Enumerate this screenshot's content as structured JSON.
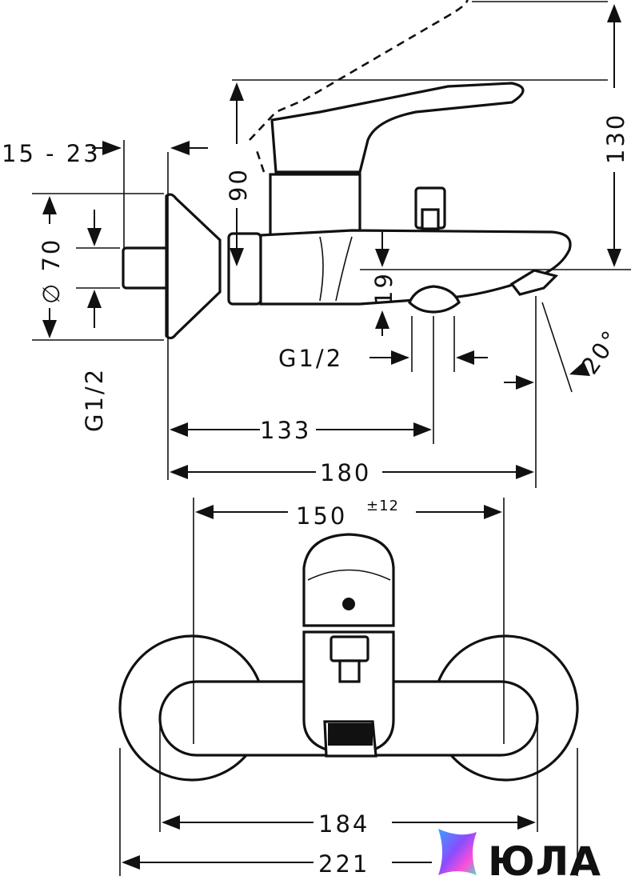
{
  "dimensions": {
    "flange_depth": "15 - 23",
    "rosette_diameter": "∅ 70",
    "inlet_thread": "G1/2",
    "lever_swing": "90",
    "overall_height": "130",
    "spout_height": "19",
    "outlet_thread": "G1/2",
    "aerator_angle": "20°",
    "outlet_distance": "133",
    "projection": "180",
    "center_distance": "150",
    "center_tolerance": "±12",
    "escutcheon_width": "184",
    "overall_width": "221"
  },
  "brand": {
    "name": "ЮЛА",
    "logo_colors": [
      "#3aa0ff",
      "#8a4dff",
      "#ff4fd8",
      "#45e0c8"
    ]
  },
  "colors": {
    "line": "#111111",
    "background": "#ffffff"
  }
}
